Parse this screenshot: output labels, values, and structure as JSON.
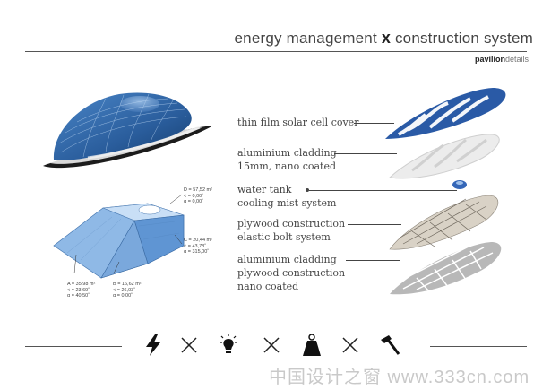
{
  "header": {
    "title_part1": "energy management",
    "title_x": "x",
    "title_part2": "construction system",
    "subtitle_bold": "pavilion",
    "subtitle_light": "details"
  },
  "layers": [
    {
      "lines": [
        "thin film solar cell cover"
      ]
    },
    {
      "lines": [
        "aluminium cladding",
        "15mm, nano coated"
      ]
    },
    {
      "lines": [
        "water tank",
        "cooling mist system"
      ]
    },
    {
      "lines": [
        "plywood construction",
        "elastic bolt system"
      ]
    },
    {
      "lines": [
        "aluminium cladding",
        "plywood construction",
        "nano coated"
      ]
    }
  ],
  "dimensions": {
    "D": [
      "D = 57,52 m²",
      "< = 0,00˚",
      "α = 0,00˚"
    ],
    "C": [
      "C = 20,44 m²",
      "< = 43,78˚",
      "α = 315,00˚"
    ],
    "A": [
      "A = 35,98 m²",
      "< = 23,69˚",
      "α = 40,50˚"
    ],
    "B": [
      "B = 16,62 m²",
      "< = 26,03˚",
      "α = 0,00˚"
    ]
  },
  "icons": [
    "lightning-icon",
    "cross-icon",
    "lightbulb-icon",
    "cross-icon",
    "weight-icon",
    "cross-icon",
    "hammer-icon"
  ],
  "watermark": "中国设计之窗 www.333cn.com",
  "colors": {
    "accent_blue": "#3a6fb0",
    "light_blue": "#9cc3ea",
    "dark": "#222222"
  }
}
